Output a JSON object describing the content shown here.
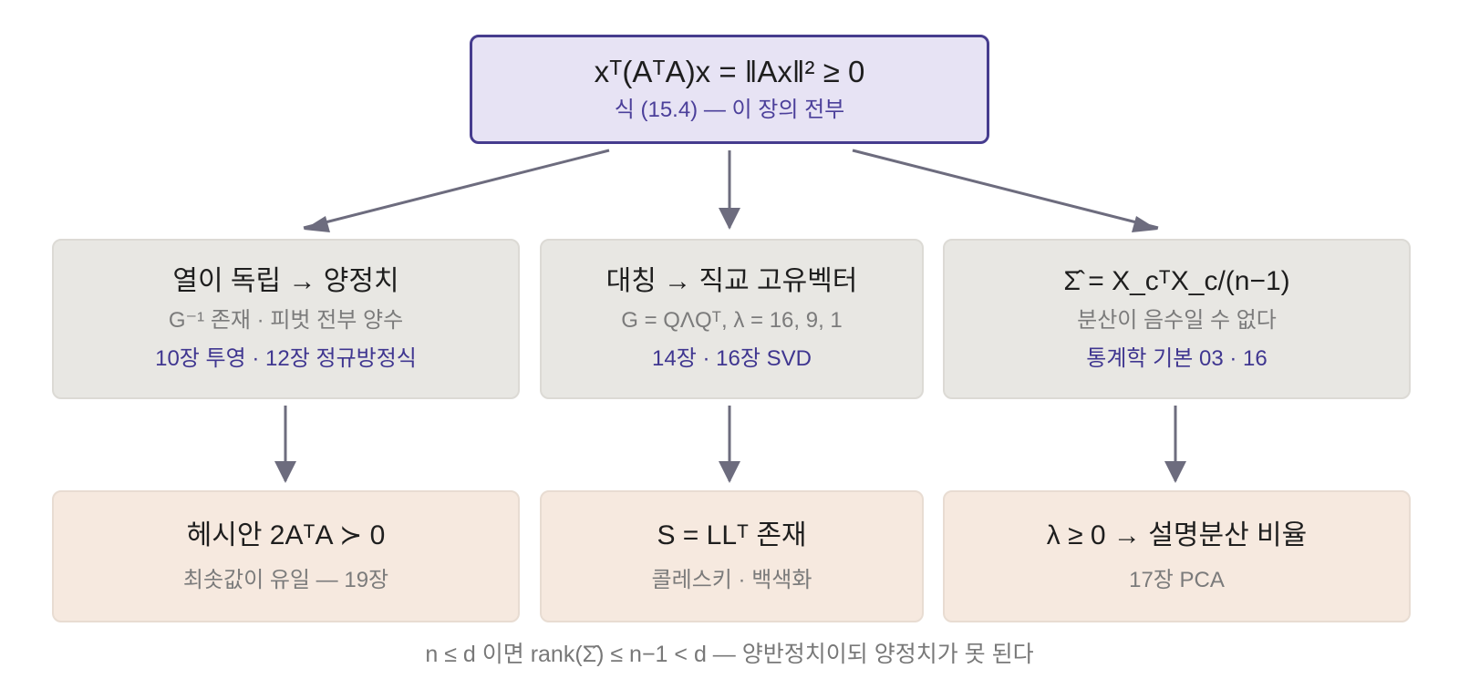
{
  "top": {
    "title": "xᵀ(AᵀA)x = ‖Ax‖² ≥ 0",
    "subtitle": "식 (15.4) — 이 장의 전부"
  },
  "middle": [
    {
      "title": "열이 독립 → 양정치",
      "detail": "G⁻¹ 존재 · 피벗 전부 양수",
      "ref": "10장 투영 · 12장 정규방정식"
    },
    {
      "title": "대칭 → 직교 고유벡터",
      "detail": "G = QΛQᵀ, λ = 16, 9, 1",
      "ref": "14장 · 16장 SVD"
    },
    {
      "title": "Σ̂ = X_cᵀX_c/(n−1)",
      "detail": "분산이 음수일 수 없다",
      "ref": "통계학 기본 03 · 16"
    }
  ],
  "bottom": [
    {
      "title": "헤시안 2AᵀA ≻ 0",
      "detail": "최솟값이 유일 — 19장"
    },
    {
      "title": "S = LLᵀ 존재",
      "detail": "콜레스키 · 백색화"
    },
    {
      "title": "λ ≥ 0 → 설명분산 비율",
      "detail": "17장 PCA"
    }
  ],
  "footer": "n ≤ d 이면 rank(Σ̂) ≤ n−1 < d — 양반정치이되 양정치가 못 된다",
  "colors": {
    "top_fill": "#e7e3f4",
    "top_border": "#463c8e",
    "mid_fill": "#e8e7e3",
    "bottom_fill": "#f6e9df",
    "ref_text": "#3f3690",
    "arrow": "#6d6c7e"
  }
}
